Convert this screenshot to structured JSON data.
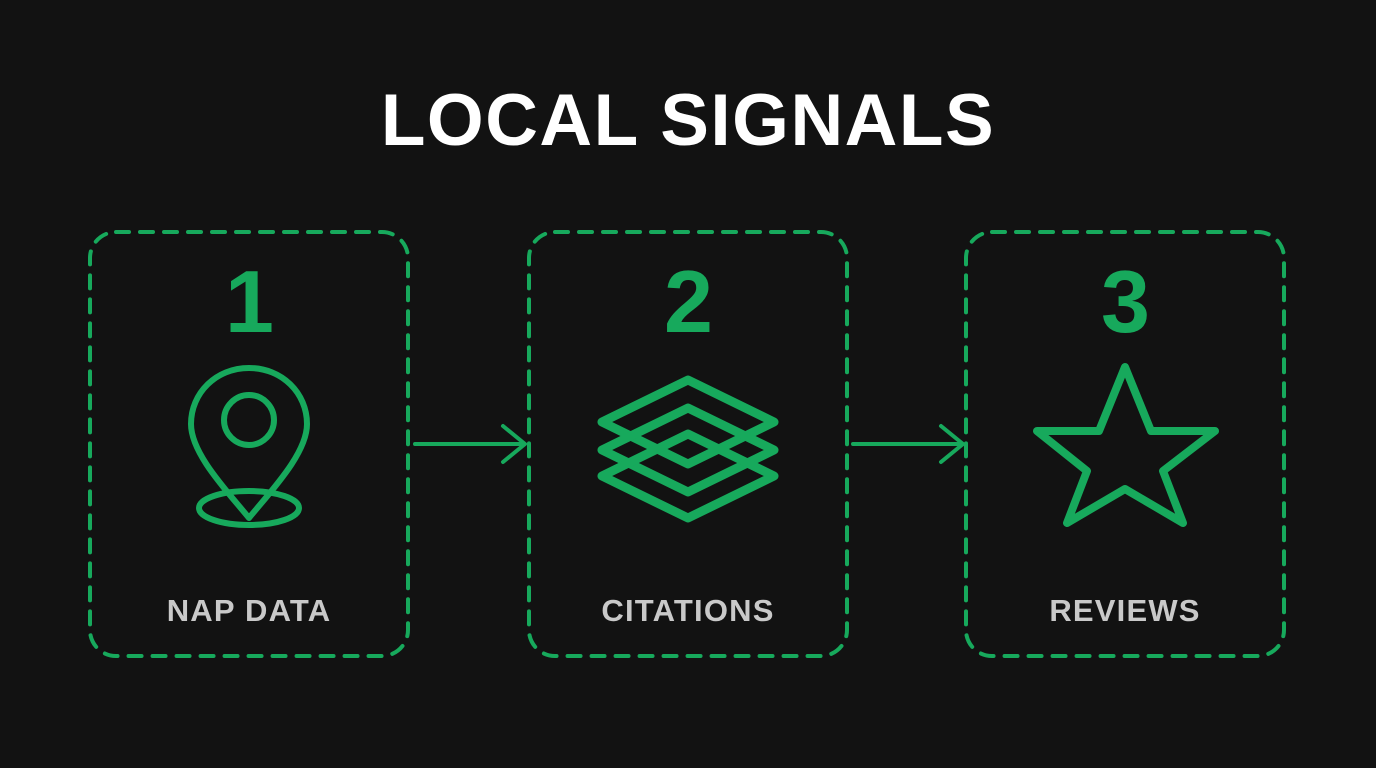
{
  "page": {
    "title": "LOCAL SIGNALS",
    "background_color": "#121212",
    "accent_color": "#17a95c",
    "title_color": "#ffffff",
    "label_color": "#c9c9c9"
  },
  "steps": [
    {
      "number": "1",
      "label": "NAP DATA",
      "icon": "map-pin-icon"
    },
    {
      "number": "2",
      "label": "CITATIONS",
      "icon": "layers-icon"
    },
    {
      "number": "3",
      "label": "REVIEWS",
      "icon": "star-icon"
    }
  ],
  "connectors": [
    {
      "name": "arrow-right-icon"
    },
    {
      "name": "arrow-right-icon"
    }
  ]
}
